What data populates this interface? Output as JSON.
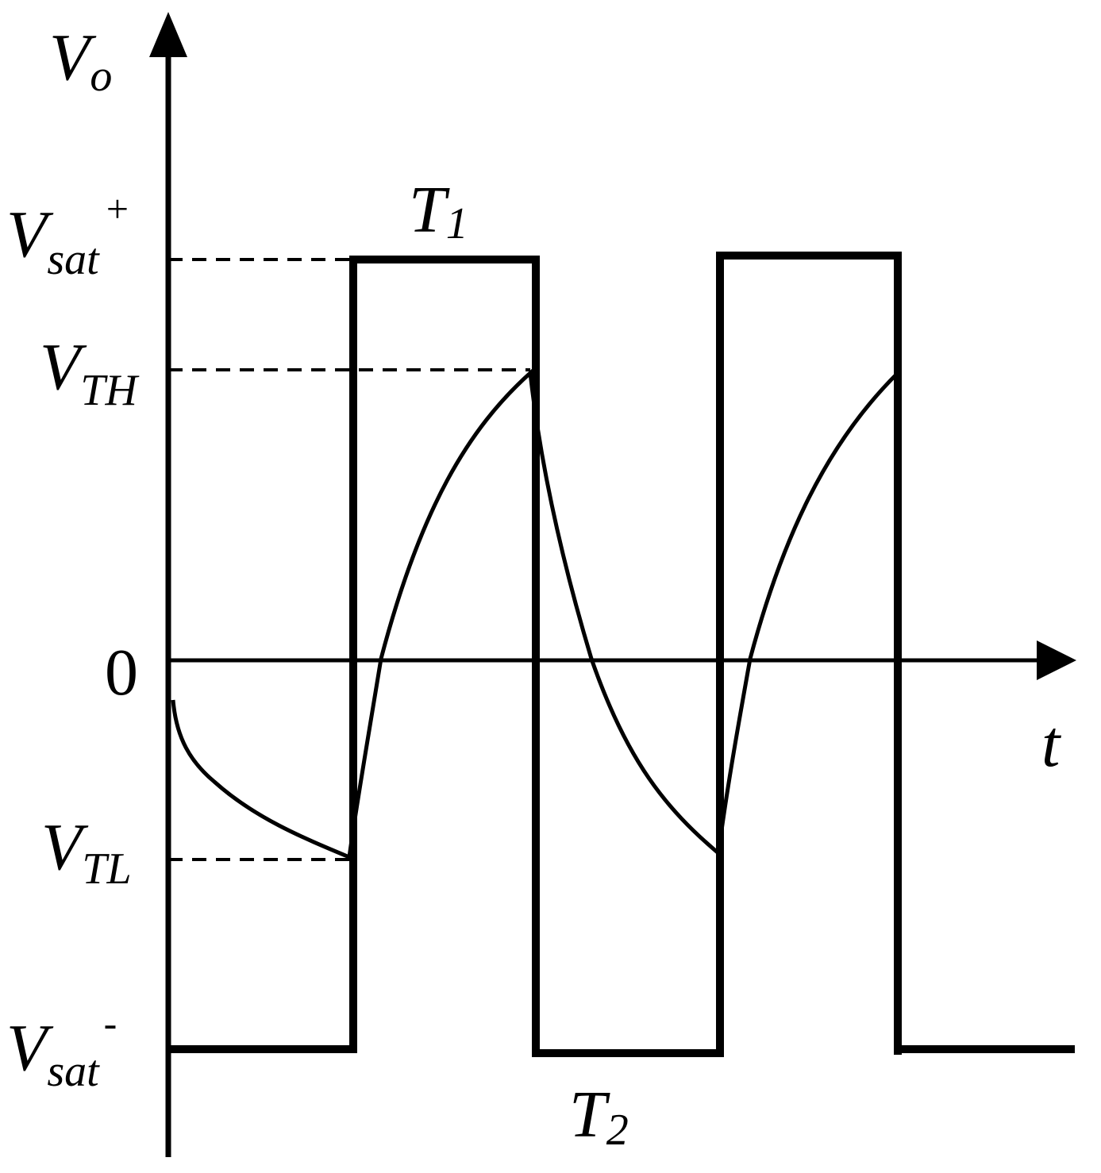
{
  "labels": {
    "y_axis_v": "V",
    "y_axis_sub": "o",
    "x_axis": "t",
    "zero": "0",
    "vsat_plus_v": "V",
    "vsat_plus_sub": "sat",
    "vsat_plus_sup": "+",
    "vth_v": "V",
    "vth_sub": "TH",
    "vtl_v": "V",
    "vtl_sub": "TL",
    "vsat_minus_v": "V",
    "vsat_minus_sub": "sat",
    "vsat_minus_sup": "-",
    "t1_t": "T",
    "t1_sub": "1",
    "t2_t": "T",
    "t2_sub": "2"
  },
  "colors": {
    "stroke": "#000000",
    "background": "#ffffff"
  }
}
